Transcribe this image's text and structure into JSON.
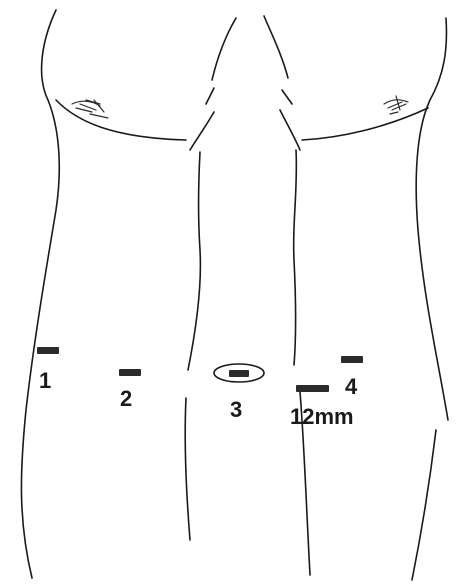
{
  "figure": {
    "background": "#ffffff",
    "ink_color": "#1a1a1a",
    "port_color": "#2b2b2b"
  },
  "ports": [
    {
      "id": "port-1",
      "label": "1"
    },
    {
      "id": "port-2",
      "label": "2"
    },
    {
      "id": "port-3",
      "label": "3"
    },
    {
      "id": "port-4",
      "label": "4"
    },
    {
      "id": "port-12mm",
      "label": "12mm"
    }
  ]
}
